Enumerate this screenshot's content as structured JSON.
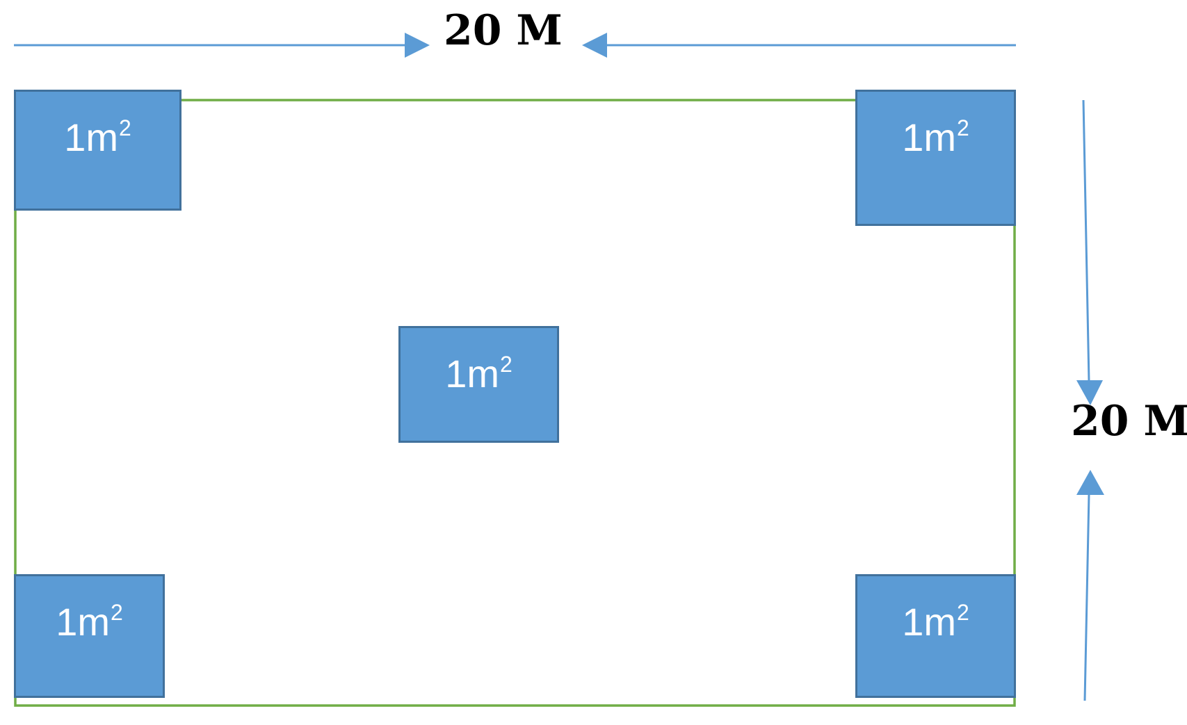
{
  "dimensions": {
    "width_label": "20 M",
    "height_label": "20 M"
  },
  "plots": [
    {
      "id": "top-left",
      "base": "1m",
      "exponent": "2"
    },
    {
      "id": "top-right",
      "base": "1m",
      "exponent": "2"
    },
    {
      "id": "center",
      "base": "1m",
      "exponent": "2"
    },
    {
      "id": "bottom-left",
      "base": "1m",
      "exponent": "2"
    },
    {
      "id": "bottom-right",
      "base": "1m",
      "exponent": "2"
    }
  ],
  "colors": {
    "field_border": "#70ad47",
    "plot_fill": "#5b9bd5",
    "plot_border": "#41719c",
    "arrow": "#5b9bd5"
  }
}
